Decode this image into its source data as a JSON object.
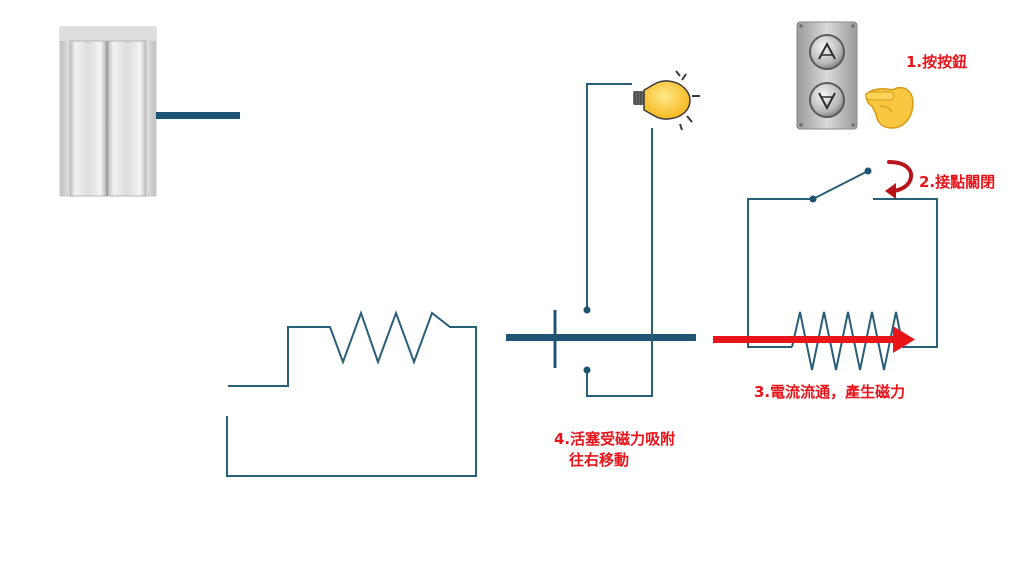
{
  "labels": {
    "step1": "1.按按鈕",
    "step2": "2.接點關閉",
    "step3": "3.電流流通，產生磁力",
    "step4_line1": "4.活塞受磁力吸附",
    "step4_line2": "往右移動"
  },
  "icons": {
    "elevator_door": "elevator-door-icon",
    "light_bulb": "light-bulb-icon",
    "call_panel": "elevator-call-panel-icon",
    "up_arrow": "up-arrow-icon",
    "down_arrow": "down-arrow-icon",
    "hand": "pointing-hand-icon",
    "rotate_arrow": "rotate-arrow-icon"
  },
  "colors": {
    "wire": "#2a5f78",
    "rod": "#1f5475",
    "label": "#e8141a",
    "arrow": "#e8141a"
  }
}
